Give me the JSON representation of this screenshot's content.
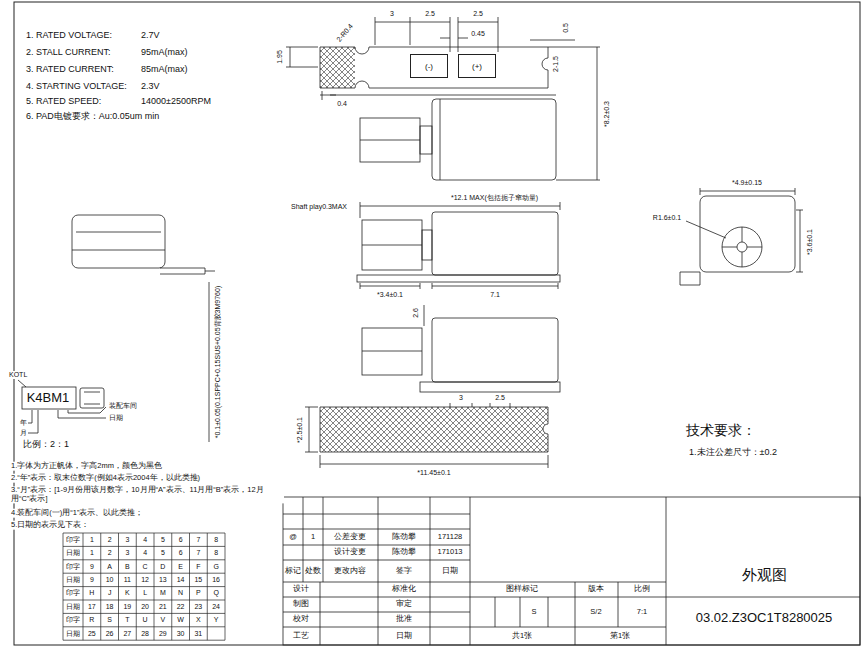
{
  "diagram": {
    "nodes": [
      {
        "text": [
          "(-)"
        ]
      },
      {
        "text": [
          "(+)"
        ]
      }
    ],
    "labels": [
      "1. RATED VOLTAGE:",
      "2.7V",
      "2. STALL CURRENT:",
      "95mA(max)",
      "3. RATED CURRENT:",
      "85mA(max)",
      "4. STARTING VOLTAGE:",
      "2.3V",
      "5. RATED SPEED:",
      "14000±2500RPM",
      "6. PAD电镀要求：Au:0.05um min",
      "3",
      "2.5",
      "2.5",
      "0.45",
      "0.5",
      "1.95",
      "2-R0.4",
      "2-1.5",
      "0.4",
      "*8.2±0.3",
      "*4.9±0.15",
      "R1.6±0.1",
      "*3.6±0.1",
      "Shaft play0.3MAX",
      "*12.1 MAX(包括扼子窜动量)",
      "*3.4±0.1",
      "7.1",
      "2.6",
      "3",
      "2.5",
      "*2.5±0.1",
      "*11.45±0.1",
      "*0.1±0.05(0.1SPPC+0.15SUS+0.05背胶3M9760)",
      "KOTL",
      "K4BM1",
      "装配车间",
      "日期",
      "年",
      "月",
      "比例：2：1",
      "1.字体为方正帆体，字高2mm，颜色为黑色",
      "2.“年”表示：取末位数字(例如4表示2004年，以此类推)",
      "3.“月”表示：[1-9月份用该月数字，10月用“A”表示、11月用“B”表示，12月用“C”表示]",
      "4.装配车间(一)用“1”表示、以此类推；",
      "5.日期的表示见下表：",
      "技术要求：",
      "1.未注公差尺寸：±0.2",
      "@",
      "1",
      "公差变更",
      "陈劲攀",
      "171128",
      "设计变更",
      "陈劲攀",
      "171013",
      "标记",
      "处数",
      "更改内容",
      "签字",
      "日期",
      "设计",
      "标准化",
      "制图",
      "审定",
      "校对",
      "批准",
      "工艺",
      "日期",
      "图样标记",
      "版本",
      "比例",
      "S",
      "S/2",
      "7:1",
      "共1张",
      "第1张",
      "外观图",
      "03.02.Z3OC1T8280025",
      "印字",
      "1",
      "2",
      "3",
      "4",
      "5",
      "6",
      "7",
      "8",
      "日期",
      "1",
      "2",
      "3",
      "4",
      "5",
      "6",
      "7",
      "8",
      "印字",
      "9",
      "A",
      "B",
      "C",
      "D",
      "E",
      "F",
      "G",
      "日期",
      "9",
      "10",
      "11",
      "12",
      "13",
      "14",
      "15",
      "16",
      "印字",
      "H",
      "J",
      "K",
      "L",
      "M",
      "N",
      "P",
      "Q",
      "日期",
      "17",
      "18",
      "19",
      "20",
      "21",
      "22",
      "23",
      "24",
      "印字",
      "R",
      "S",
      "T",
      "U",
      "V",
      "W",
      "X",
      "Y",
      "日期",
      "25",
      "26",
      "27",
      "28",
      "29",
      "30",
      "31"
    ]
  }
}
